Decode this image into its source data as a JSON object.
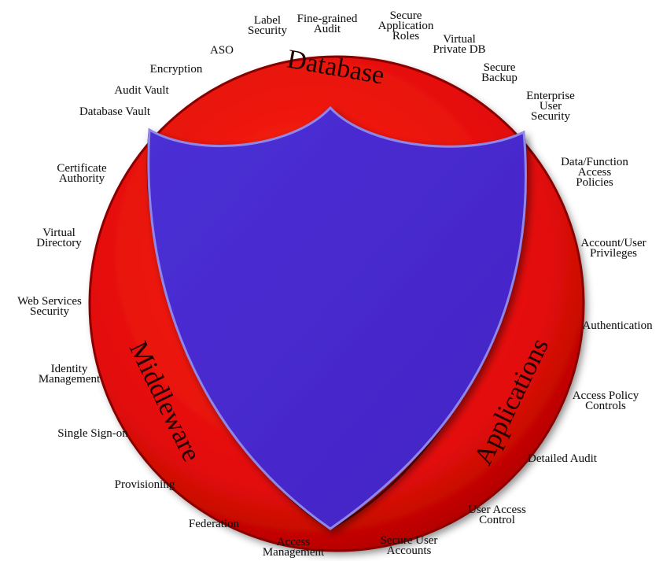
{
  "sectors": {
    "database": "Database",
    "middleware": "Middleware",
    "applications": "Applications"
  },
  "labels": {
    "label_security": "Label\nSecurity",
    "fine_grained_audit": "Fine-grained\nAudit",
    "secure_application_roles": "Secure\nApplication\nRoles",
    "virtual_private_db": "Virtual\nPrivate DB",
    "secure_backup": "Secure\nBackup",
    "enterprise_user_security": "Enterprise\nUser\nSecurity",
    "aso": "ASO",
    "encryption": "Encryption",
    "audit_vault": "Audit Vault",
    "database_vault": "Database Vault",
    "certificate_authority": "Certificate\nAuthority",
    "virtual_directory": "Virtual\nDirectory",
    "web_services_security": "Web Services\nSecurity",
    "identity_management": "Identity\nManagement",
    "single_sign_on": "Single Sign-on",
    "provisioning": "Provisioning",
    "federation": "Federation",
    "access_management": "Access\nManagement",
    "secure_user_accounts": "Secure User\nAccounts",
    "user_access_control": "User Access\nControl",
    "detailed_audit": "Detailed Audit",
    "access_policy_controls": "Access Policy\nControls",
    "authentication": "Authentication",
    "account_user_privileges": "Account/User\nPrivileges",
    "data_function_access_policies": "Data/Function\nAccess\nPolicies"
  },
  "colors": {
    "circle_red": "#e8100c",
    "circle_dark": "#a80000",
    "shield_blue": "#4a2fd0",
    "shield_edge": "#8f86e8",
    "seam": "#6a0000"
  }
}
